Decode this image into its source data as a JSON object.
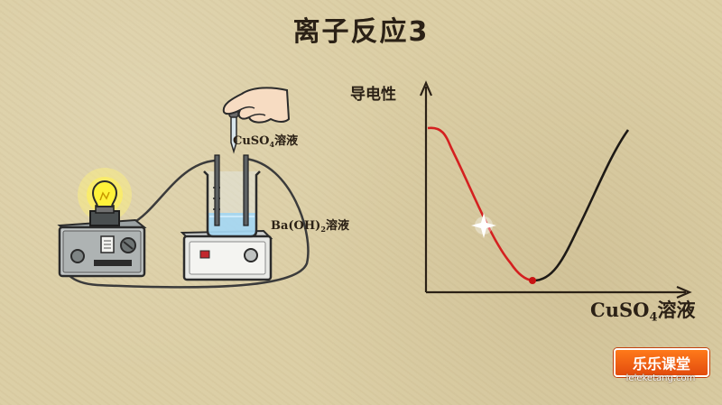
{
  "title": "离子反应3",
  "labels": {
    "cuso4_main": "CuSO",
    "cuso4_sub": "4",
    "cuso4_tail": "溶液",
    "baoh_main": "Ba(OH)",
    "baoh_sub": "2",
    "baoh_tail": "溶液"
  },
  "graph": {
    "y_axis_label": "导电性",
    "x_axis_main": "CuSO",
    "x_axis_sub": "4",
    "x_axis_tail": "溶液"
  },
  "logo": {
    "text": "乐乐课堂",
    "url": "leleketang.com"
  },
  "colors": {
    "background": "#dccfa6",
    "curve_decreasing": "#d42020",
    "curve_increasing": "#1e1a16",
    "minimum_point": "#c81414",
    "bulb_glow": "#ffee33",
    "liquid": "#7fc8ee",
    "logo_bg": "#ff6a14"
  },
  "icons": [
    "light-bulb-icon",
    "hand-icon",
    "dropper-icon",
    "beaker-icon",
    "sparkle-icon"
  ]
}
